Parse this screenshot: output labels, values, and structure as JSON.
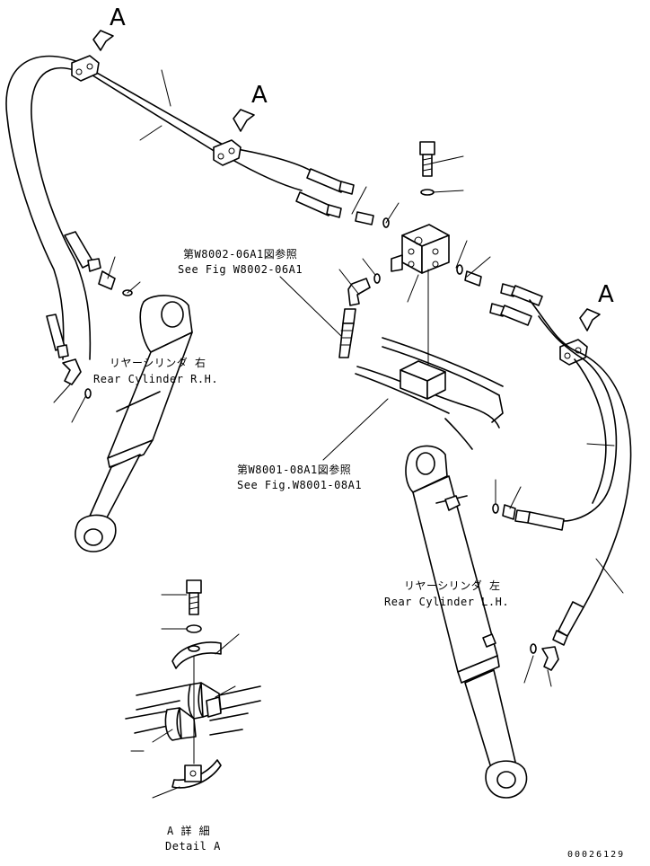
{
  "view_marker": "A",
  "labels": {
    "ref_06_jp": "第W8002-06A1図参照",
    "ref_06_en": "See Fig W8002-06A1",
    "ref_08_jp": "第W8001-08A1図参照",
    "ref_08_en": "See Fig.W8001-08A1",
    "rear_rh_jp": "リヤーシリンダ 右",
    "rear_rh_en": "Rear Cylinder R.H.",
    "rear_lh_jp": "リヤーシリンダ 左",
    "rear_lh_en": "Rear Cylinder L.H.",
    "detail_jp": "A 詳 細",
    "detail_en": "Detail A"
  },
  "part_number": "00026129"
}
